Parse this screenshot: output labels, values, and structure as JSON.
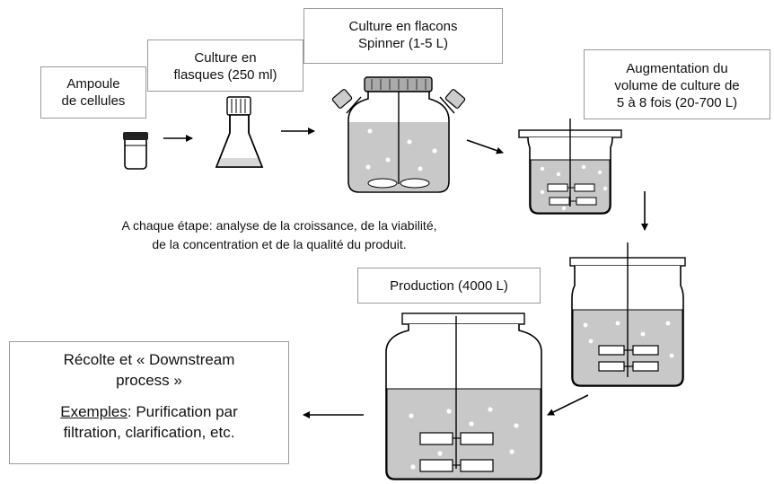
{
  "steps": {
    "ampoule": [
      "Ampoule",
      "de cellules"
    ],
    "flasques": [
      "Culture en",
      "flasques (250 ml)"
    ],
    "spinner": [
      "Culture en flacons",
      "Spinner (1-5 L)"
    ],
    "augmentation": [
      "Augmentation du",
      "volume de culture de",
      "5 à 8 fois (20-700 L)"
    ],
    "production": "Production (4000 L)"
  },
  "note": [
    "A chaque étape: analyse de la croissance, de la viabilité,",
    "de la concentration et de la qualité du produit."
  ],
  "recolte": {
    "line1": "Récolte et « Downstream",
    "line2": "process »",
    "examples_label": "Exemples",
    "examples_rest": ": Purification par",
    "line4": "filtration, clarification, etc."
  },
  "colors": {
    "liquid": "#c8c8c8",
    "stroke": "#000000",
    "box_border": "#9a9a9a"
  }
}
